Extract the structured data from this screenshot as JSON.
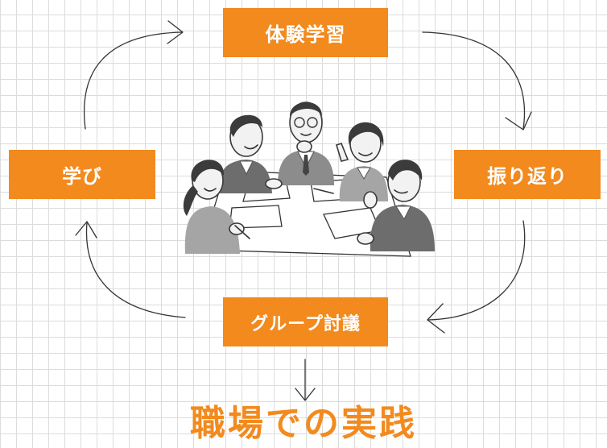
{
  "cycle": {
    "top_label": "体験学習",
    "right_label": "振り返り",
    "bottom_label": "グループ討議",
    "left_label": "学び"
  },
  "result": {
    "label": "職場での実践"
  },
  "colors": {
    "accent": "#f28a1e",
    "grid": "#dcdcdc",
    "text_on_accent": "#ffffff"
  },
  "illustration": {
    "subject": "business-meeting-illustration"
  }
}
